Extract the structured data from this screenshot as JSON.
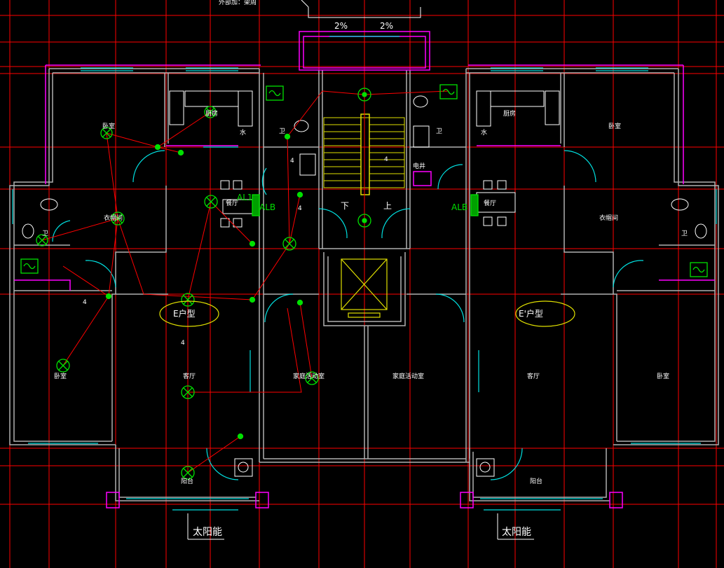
{
  "colors": {
    "background": "#000000",
    "grid": "#ff0000",
    "wall": "#b0b0b0",
    "magenta": "#ff00ff",
    "cyan": "#00e0e0",
    "green": "#00e000",
    "yellow": "#e0e000",
    "white": "#ffffff"
  },
  "top": {
    "note": "外部加：架周",
    "slope_left": "2%",
    "slope_right": "2%"
  },
  "left_unit": {
    "type_label": "E户型",
    "bedroom_top": "卧室",
    "kitchen": "厨房",
    "dining": "餐厅",
    "alb": "ALB",
    "al": "AL1",
    "cloakroom": "衣帽间",
    "bath": "卫",
    "bath2": "卫",
    "bedroom_left": "卧室",
    "living": "客厅",
    "family": "家庭活动室",
    "balcony": "阳台",
    "solar": "太阳能",
    "water": "水"
  },
  "right_unit": {
    "type_label": "E'户型",
    "bedroom_top": "卧室",
    "kitchen": "厨房",
    "dining": "餐厅",
    "alb": "ALB",
    "cloakroom": "衣帽间",
    "bath": "卫",
    "bath2": "卫",
    "bedroom_right": "卧室",
    "living": "客厅",
    "family": "家庭活动室",
    "balcony": "阳台",
    "solar": "太阳能",
    "water": "水"
  },
  "core": {
    "stair_down": "下",
    "stair_up": "上",
    "shaft": "电井"
  },
  "wire_counts": {
    "w1": "4",
    "w2": "4",
    "w3": "4",
    "w4": "4",
    "w5": "4"
  }
}
